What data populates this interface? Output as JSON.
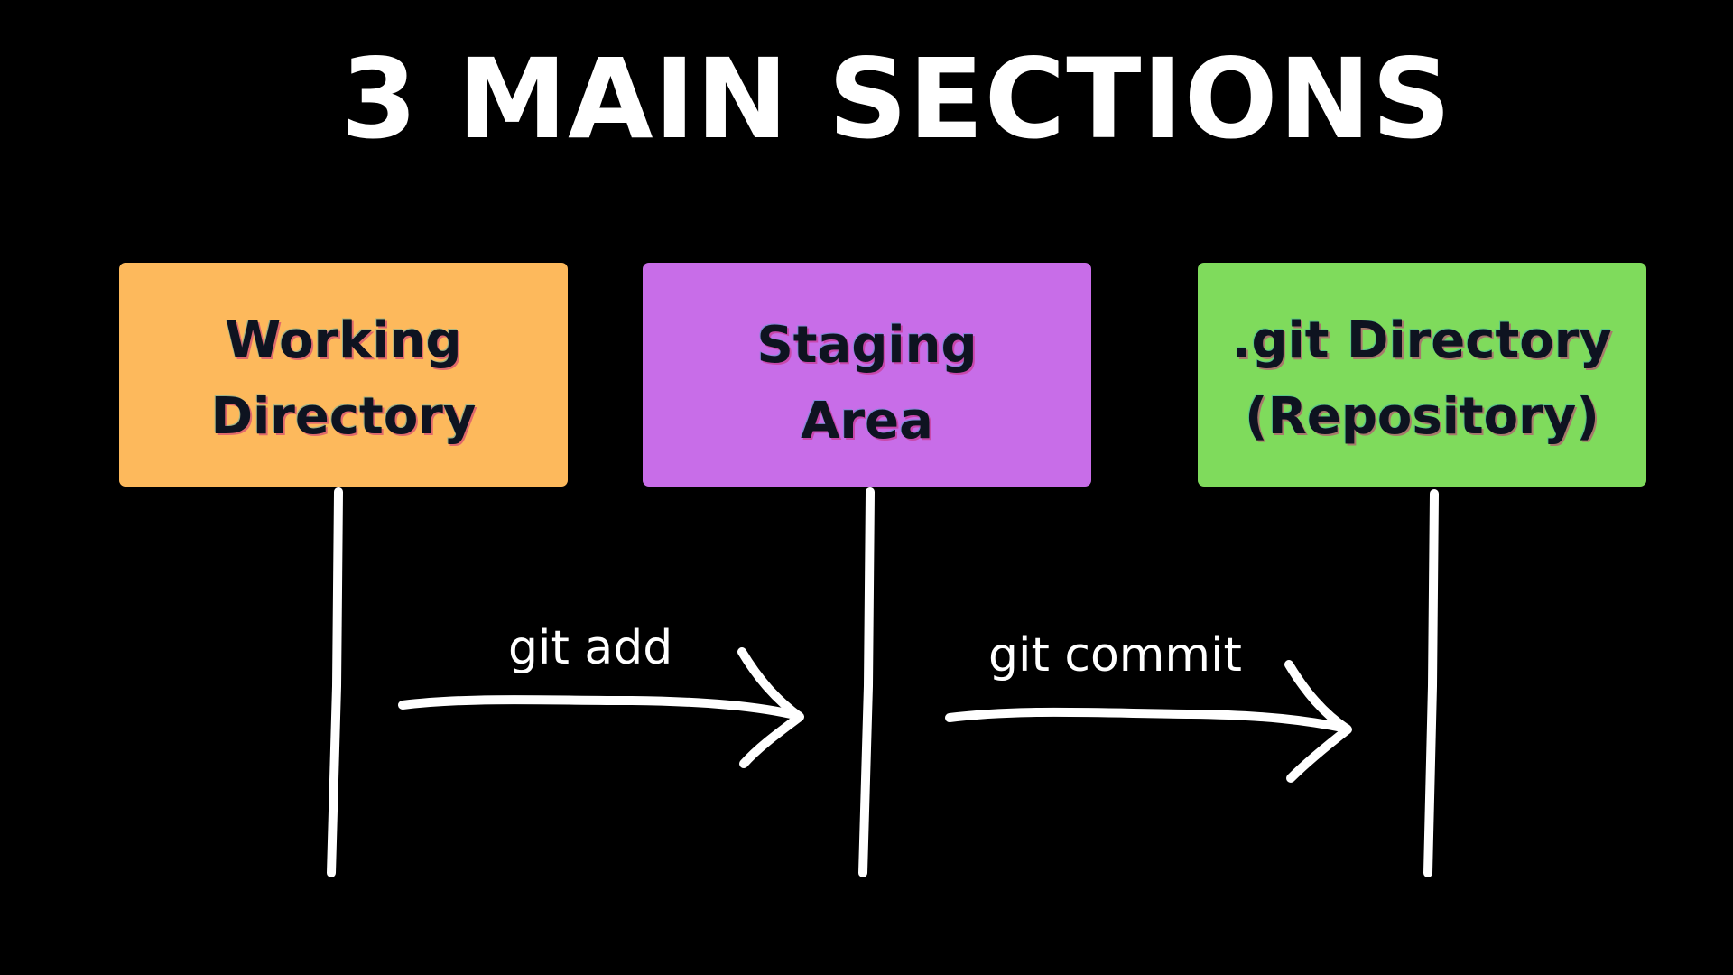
{
  "title": "3 MAIN SECTIONS",
  "sections": [
    {
      "label": "Working\nDirectory",
      "color": "#fdb95c"
    },
    {
      "label": "Staging\nArea",
      "color": "#c86de8"
    },
    {
      "label": ".git Directory\n(Repository)",
      "color": "#7fdb5c"
    }
  ],
  "transitions": [
    {
      "label": "git add"
    },
    {
      "label": "git commit"
    }
  ]
}
